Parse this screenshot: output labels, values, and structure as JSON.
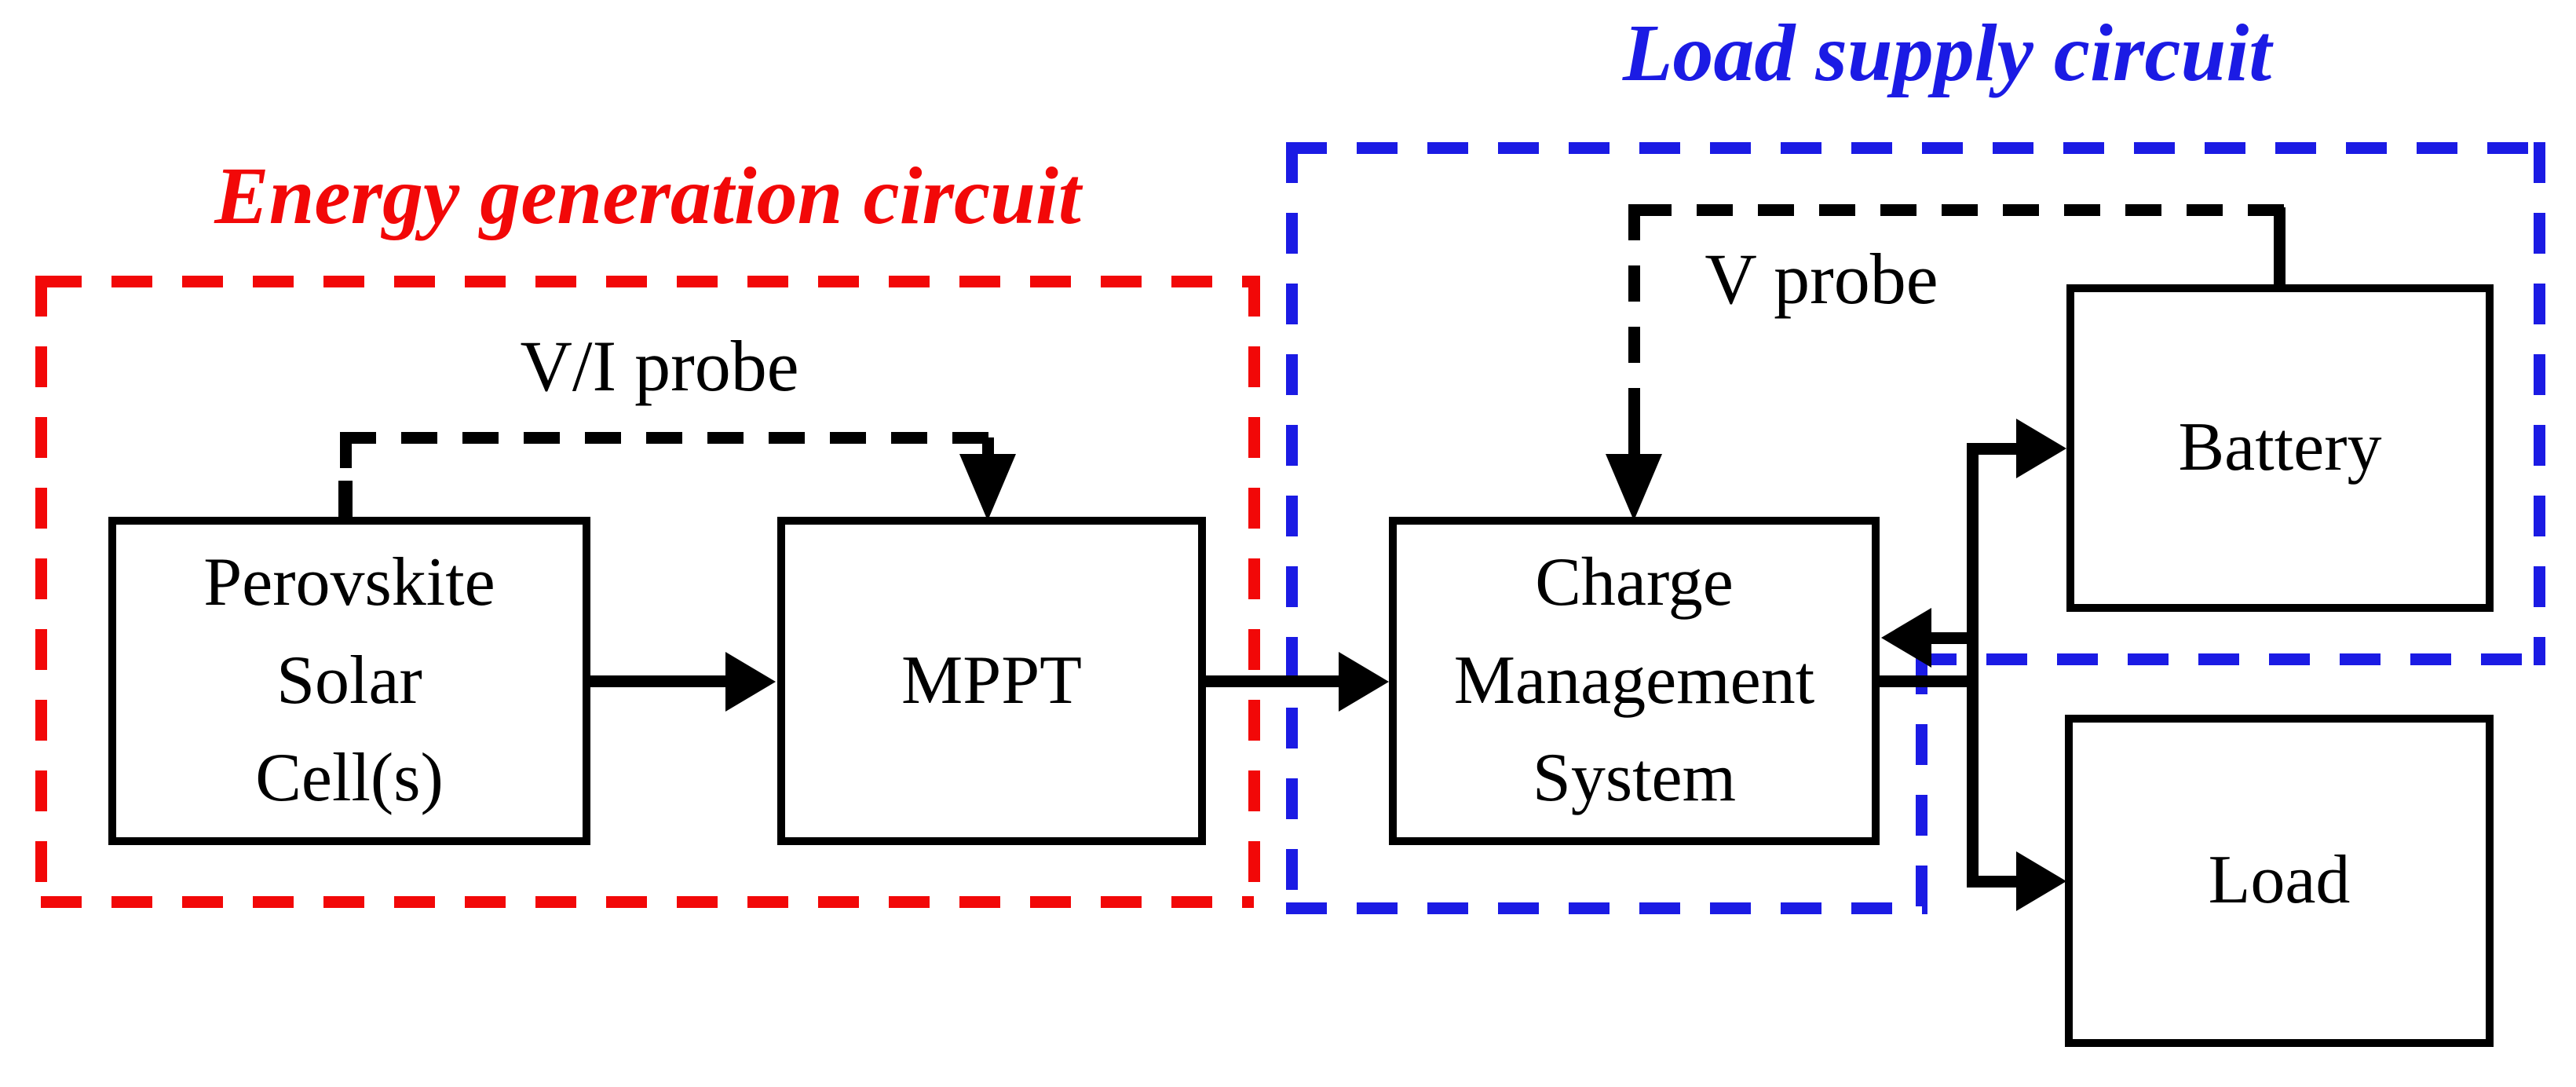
{
  "diagram": {
    "titles": {
      "energy_generation": {
        "text": "Energy generation circuit",
        "color": "#F20808"
      },
      "load_supply": {
        "text": "Load supply circuit",
        "color": "#1B1BE4"
      }
    },
    "blocks": {
      "perovskite": {
        "line1": "Perovskite",
        "line2": "Solar",
        "line3": "Cell(s)"
      },
      "mppt": {
        "label": "MPPT"
      },
      "cms": {
        "line1": "Charge",
        "line2": "Management",
        "line3": "System"
      },
      "battery": {
        "label": "Battery"
      },
      "load": {
        "label": "Load"
      }
    },
    "probes": {
      "vi_probe": {
        "label": "V/I probe"
      },
      "v_probe": {
        "label": "V probe"
      }
    },
    "connections": {
      "psc_to_mppt": "Perovskite Solar Cell(s) to MPPT",
      "mppt_to_cms": "MPPT to Charge Management System",
      "cms_to_battery": "Charge Management System to Battery",
      "battery_to_cms": "Battery to Charge Management System",
      "cms_to_load": "Charge Management System to Load"
    },
    "colors": {
      "background": "#FFFFFF",
      "line_black": "#000000",
      "boundary_red": "#F20808",
      "boundary_blue": "#1B1BE4"
    }
  }
}
